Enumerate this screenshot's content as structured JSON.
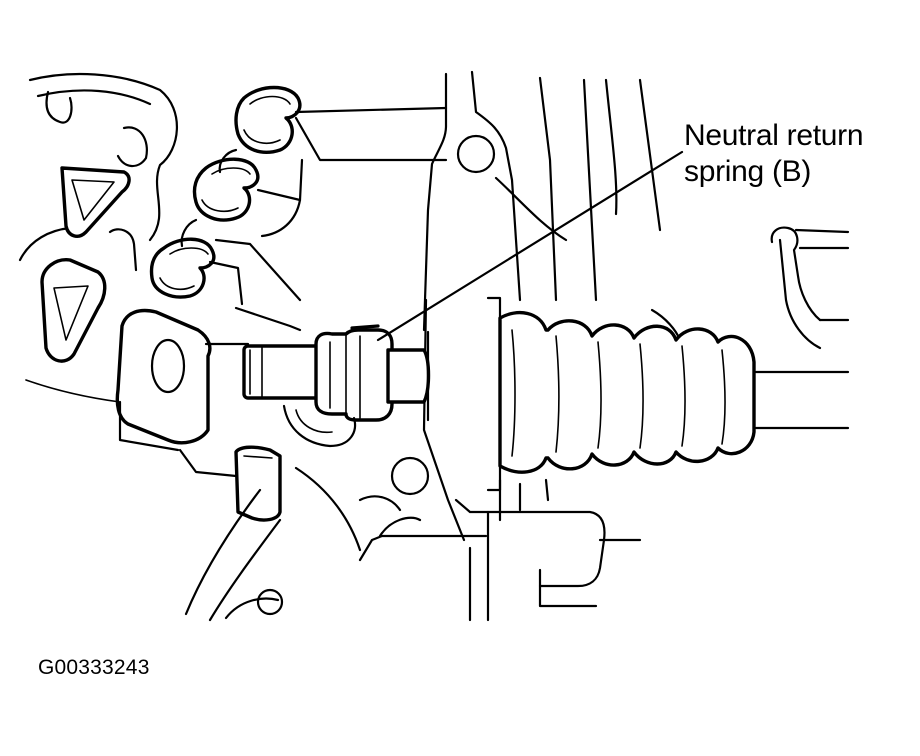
{
  "callout": {
    "line1": "Neutral return",
    "line2": "spring (B)"
  },
  "figure_id": "G00333243",
  "colors": {
    "ink": "#000000",
    "paper": "#ffffff"
  }
}
